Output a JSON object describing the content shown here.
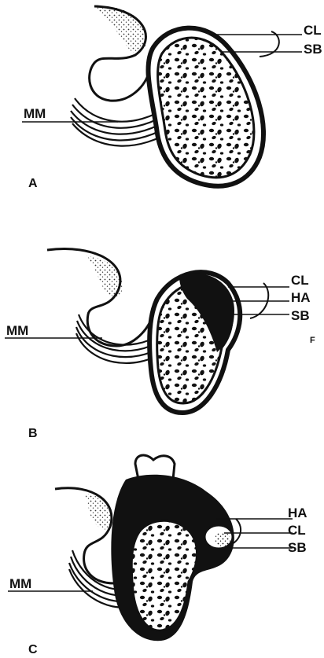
{
  "figure": {
    "panels": [
      {
        "id": "A",
        "panel_label": "A",
        "left_label": "MM",
        "right_labels": [
          "CL",
          "SB"
        ]
      },
      {
        "id": "B",
        "panel_label": "B",
        "left_label": "MM",
        "right_labels": [
          "CL",
          "HA",
          "SB"
        ]
      },
      {
        "id": "C",
        "panel_label": "C",
        "left_label": "MM",
        "right_labels": [
          "HA",
          "CL",
          "SB"
        ]
      }
    ],
    "stray_mark": "F"
  },
  "colors": {
    "ink": "#111111",
    "bone_fill": "#ffffff"
  }
}
